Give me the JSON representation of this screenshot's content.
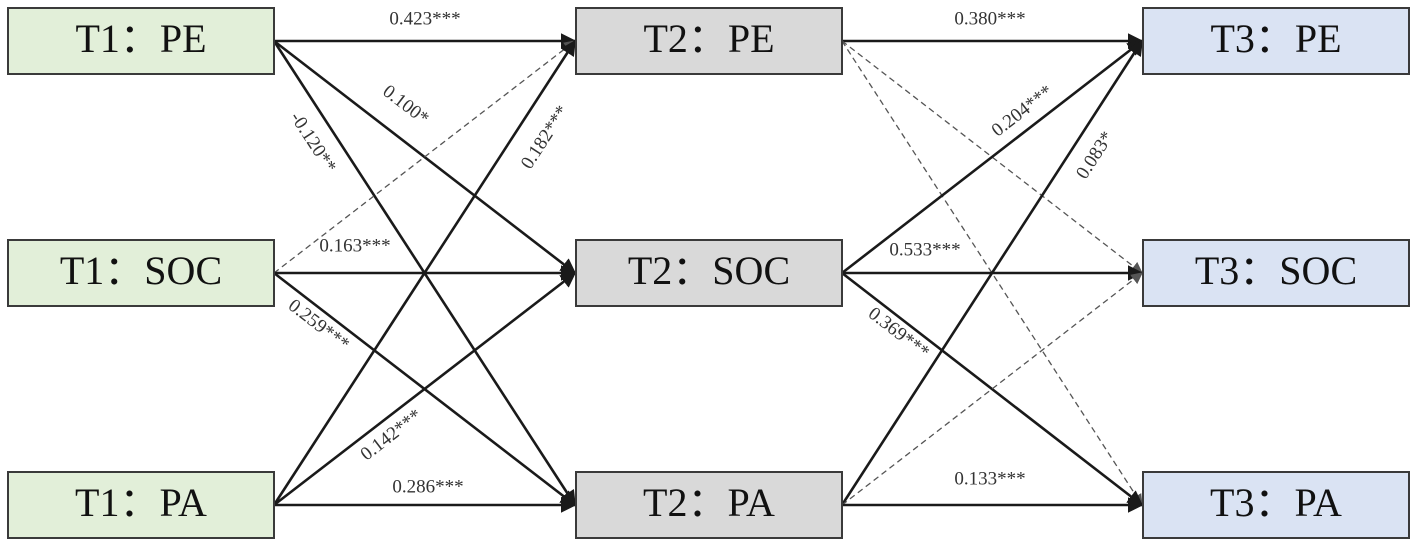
{
  "nodes": [
    {
      "id": "t1pe",
      "label": "T1：PE",
      "column": 1,
      "row": 1,
      "fill": "#e2efd9"
    },
    {
      "id": "t1soc",
      "label": "T1：SOC",
      "column": 1,
      "row": 2,
      "fill": "#e2efd9"
    },
    {
      "id": "t1pa",
      "label": "T1：PA",
      "column": 1,
      "row": 3,
      "fill": "#e2efd9"
    },
    {
      "id": "t2pe",
      "label": "T2：PE",
      "column": 2,
      "row": 1,
      "fill": "#d9d9d9"
    },
    {
      "id": "t2soc",
      "label": "T2：SOC",
      "column": 2,
      "row": 2,
      "fill": "#d9d9d9"
    },
    {
      "id": "t2pa",
      "label": "T2：PA",
      "column": 2,
      "row": 3,
      "fill": "#d9d9d9"
    },
    {
      "id": "t3pe",
      "label": "T3：PE",
      "column": 3,
      "row": 1,
      "fill": "#dae3f3"
    },
    {
      "id": "t3soc",
      "label": "T3：SOC",
      "column": 3,
      "row": 2,
      "fill": "#dae3f3"
    },
    {
      "id": "t3pa",
      "label": "T3：PA",
      "column": 3,
      "row": 3,
      "fill": "#dae3f3"
    }
  ],
  "edges": [
    {
      "from": "t1pe",
      "to": "t2pe",
      "style": "solid",
      "label": "0.423***"
    },
    {
      "from": "t1pe",
      "to": "t2soc",
      "style": "solid",
      "label": "0.100*"
    },
    {
      "from": "t1pe",
      "to": "t2pa",
      "style": "solid",
      "label": "-0.120**"
    },
    {
      "from": "t1soc",
      "to": "t2pe",
      "style": "dashed",
      "label": ""
    },
    {
      "from": "t1soc",
      "to": "t2soc",
      "style": "solid",
      "label": "0.163***"
    },
    {
      "from": "t1soc",
      "to": "t2pa",
      "style": "solid",
      "label": "0.259***"
    },
    {
      "from": "t1pa",
      "to": "t2pe",
      "style": "solid",
      "label": "0.182***"
    },
    {
      "from": "t1pa",
      "to": "t2soc",
      "style": "solid",
      "label": "0.142***"
    },
    {
      "from": "t1pa",
      "to": "t2pa",
      "style": "solid",
      "label": "0.286***"
    },
    {
      "from": "t2pe",
      "to": "t3pe",
      "style": "solid",
      "label": "0.380***"
    },
    {
      "from": "t2pe",
      "to": "t3soc",
      "style": "dashed",
      "label": ""
    },
    {
      "from": "t2pe",
      "to": "t3pa",
      "style": "dashed",
      "label": ""
    },
    {
      "from": "t2soc",
      "to": "t3pe",
      "style": "solid",
      "label": "0.204***"
    },
    {
      "from": "t2soc",
      "to": "t3soc",
      "style": "solid",
      "label": "0.533***"
    },
    {
      "from": "t2soc",
      "to": "t3pa",
      "style": "solid",
      "label": "0.369***"
    },
    {
      "from": "t2pa",
      "to": "t3pe",
      "style": "solid",
      "label": "0.083*"
    },
    {
      "from": "t2pa",
      "to": "t3soc",
      "style": "dashed",
      "label": ""
    },
    {
      "from": "t2pa",
      "to": "t3pa",
      "style": "solid",
      "label": "0.133***"
    }
  ],
  "colors": {
    "stroke": "#1a1a1a",
    "dashed_stroke": "#555555",
    "node_border": "#3a3a3a"
  }
}
